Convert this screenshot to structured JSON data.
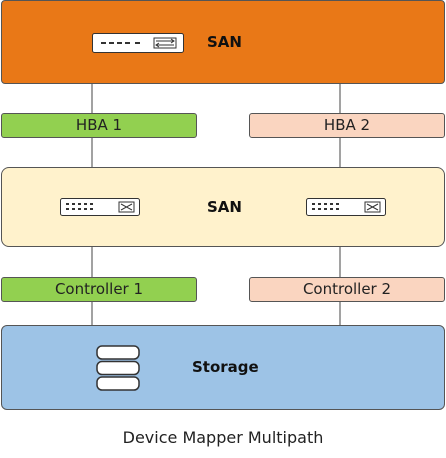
{
  "top_san": {
    "label": "SAN",
    "color": "#E97817"
  },
  "hba": [
    {
      "label": "HBA 1",
      "color": "#92D050"
    },
    {
      "label": "HBA 2",
      "color": "#FAD5C0"
    }
  ],
  "middle_san": {
    "label": "SAN",
    "color": "#FFF2CC"
  },
  "controllers": [
    {
      "label": "Controller 1",
      "color": "#92D050"
    },
    {
      "label": "Controller 2",
      "color": "#FAD5C0"
    }
  ],
  "storage": {
    "label": "Storage",
    "color": "#9DC3E6"
  },
  "caption": "Device Mapper Multipath",
  "icons": [
    "network-switch-icon",
    "database-icon"
  ]
}
